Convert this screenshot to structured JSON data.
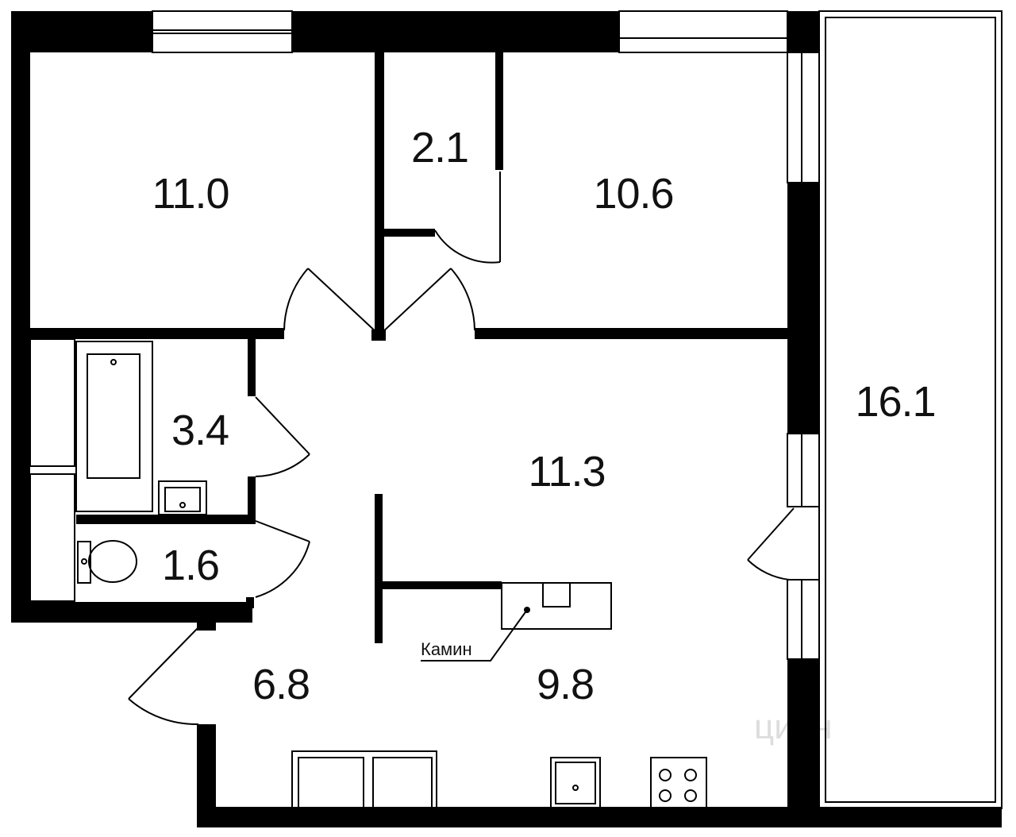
{
  "plan": {
    "rooms": [
      {
        "id": "bedroom-left",
        "area": "11.0"
      },
      {
        "id": "closet",
        "area": "2.1"
      },
      {
        "id": "bedroom-right",
        "area": "10.6"
      },
      {
        "id": "balcony",
        "area": "16.1"
      },
      {
        "id": "bathroom",
        "area": "3.4"
      },
      {
        "id": "living-room",
        "area": "11.3"
      },
      {
        "id": "toilet",
        "area": "1.6"
      },
      {
        "id": "hallway",
        "area": "6.8"
      },
      {
        "id": "kitchen",
        "area": "9.8"
      }
    ],
    "callout": {
      "label": "Камин"
    },
    "watermark": {
      "text": "циан"
    },
    "colors": {
      "wall": "#000000",
      "line": "#000000",
      "background": "#ffffff",
      "watermark": "#dddddd"
    }
  }
}
